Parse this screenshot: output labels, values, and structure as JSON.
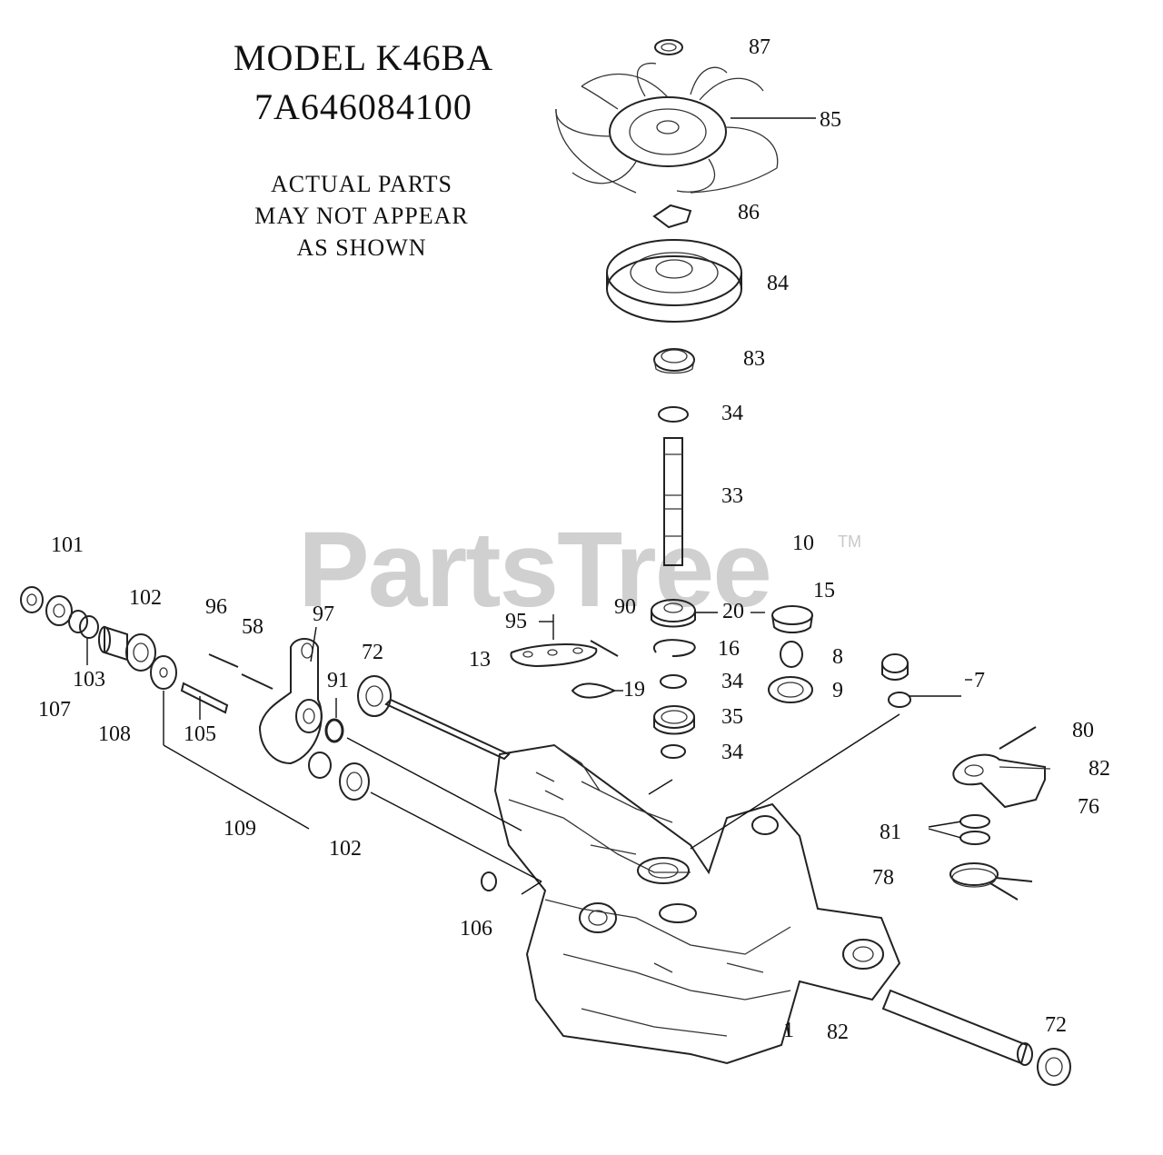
{
  "header": {
    "model_line": "MODEL K46BA",
    "part_number": "7A646084100"
  },
  "disclaimer": {
    "line1": "ACTUAL PARTS",
    "line2": "MAY NOT APPEAR",
    "line3": "AS SHOWN"
  },
  "watermark": {
    "brand": "PartsTree",
    "trademark": "TM"
  },
  "callouts": {
    "c87": "87",
    "c85": "85",
    "c86": "86",
    "c84": "84",
    "c83": "83",
    "c34a": "34",
    "c33": "33",
    "c10": "10",
    "c15": "15",
    "c90": "90",
    "c20": "20",
    "c95": "95",
    "c16": "16",
    "c8": "8",
    "c13": "13",
    "c34b": "34",
    "c9": "9",
    "c7": "7",
    "c19": "19",
    "c35": "35",
    "c34c": "34",
    "c80": "80",
    "c82a": "82",
    "c76": "76",
    "c81": "81",
    "c78": "78",
    "c101": "101",
    "c102a": "102",
    "c96": "96",
    "c58": "58",
    "c97": "97",
    "c72a": "72",
    "c91": "91",
    "c103": "103",
    "c107": "107",
    "c108": "108",
    "c105": "105",
    "c109": "109",
    "c102b": "102",
    "c106": "106",
    "c1": "1",
    "c82b": "82",
    "c72b": "72"
  }
}
